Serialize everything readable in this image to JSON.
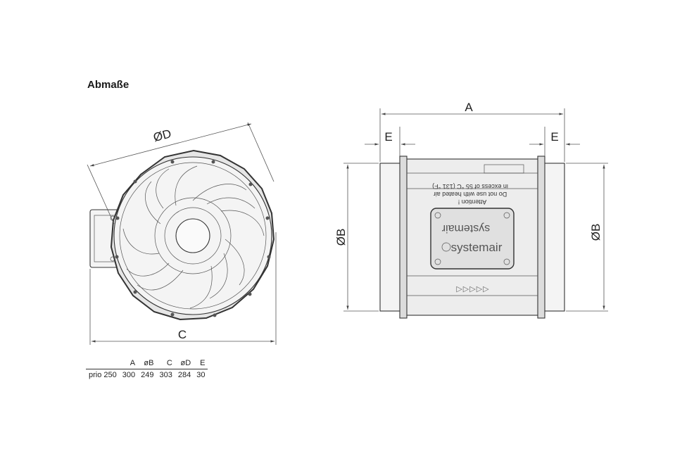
{
  "title": "Abmaße",
  "labels": {
    "od": "ØD",
    "c": "C",
    "a": "A",
    "e_left": "E",
    "e_right": "E",
    "ob_left": "ØB",
    "ob_right": "ØB"
  },
  "housing": {
    "warning_line1": "Attention !",
    "warning_line2": "Do not use with heated air",
    "warning_line3": "in excess of 55 °C (131 °F)",
    "brand_mirrored": "systemair",
    "brand": "systemair",
    "flow_arrows": "▷▷▷▷▷"
  },
  "table": {
    "headers": [
      "",
      "A",
      "øB",
      "C",
      "øD",
      "E"
    ],
    "rows": [
      [
        "prio 250",
        "300",
        "249",
        "303",
        "284",
        "30"
      ]
    ]
  }
}
